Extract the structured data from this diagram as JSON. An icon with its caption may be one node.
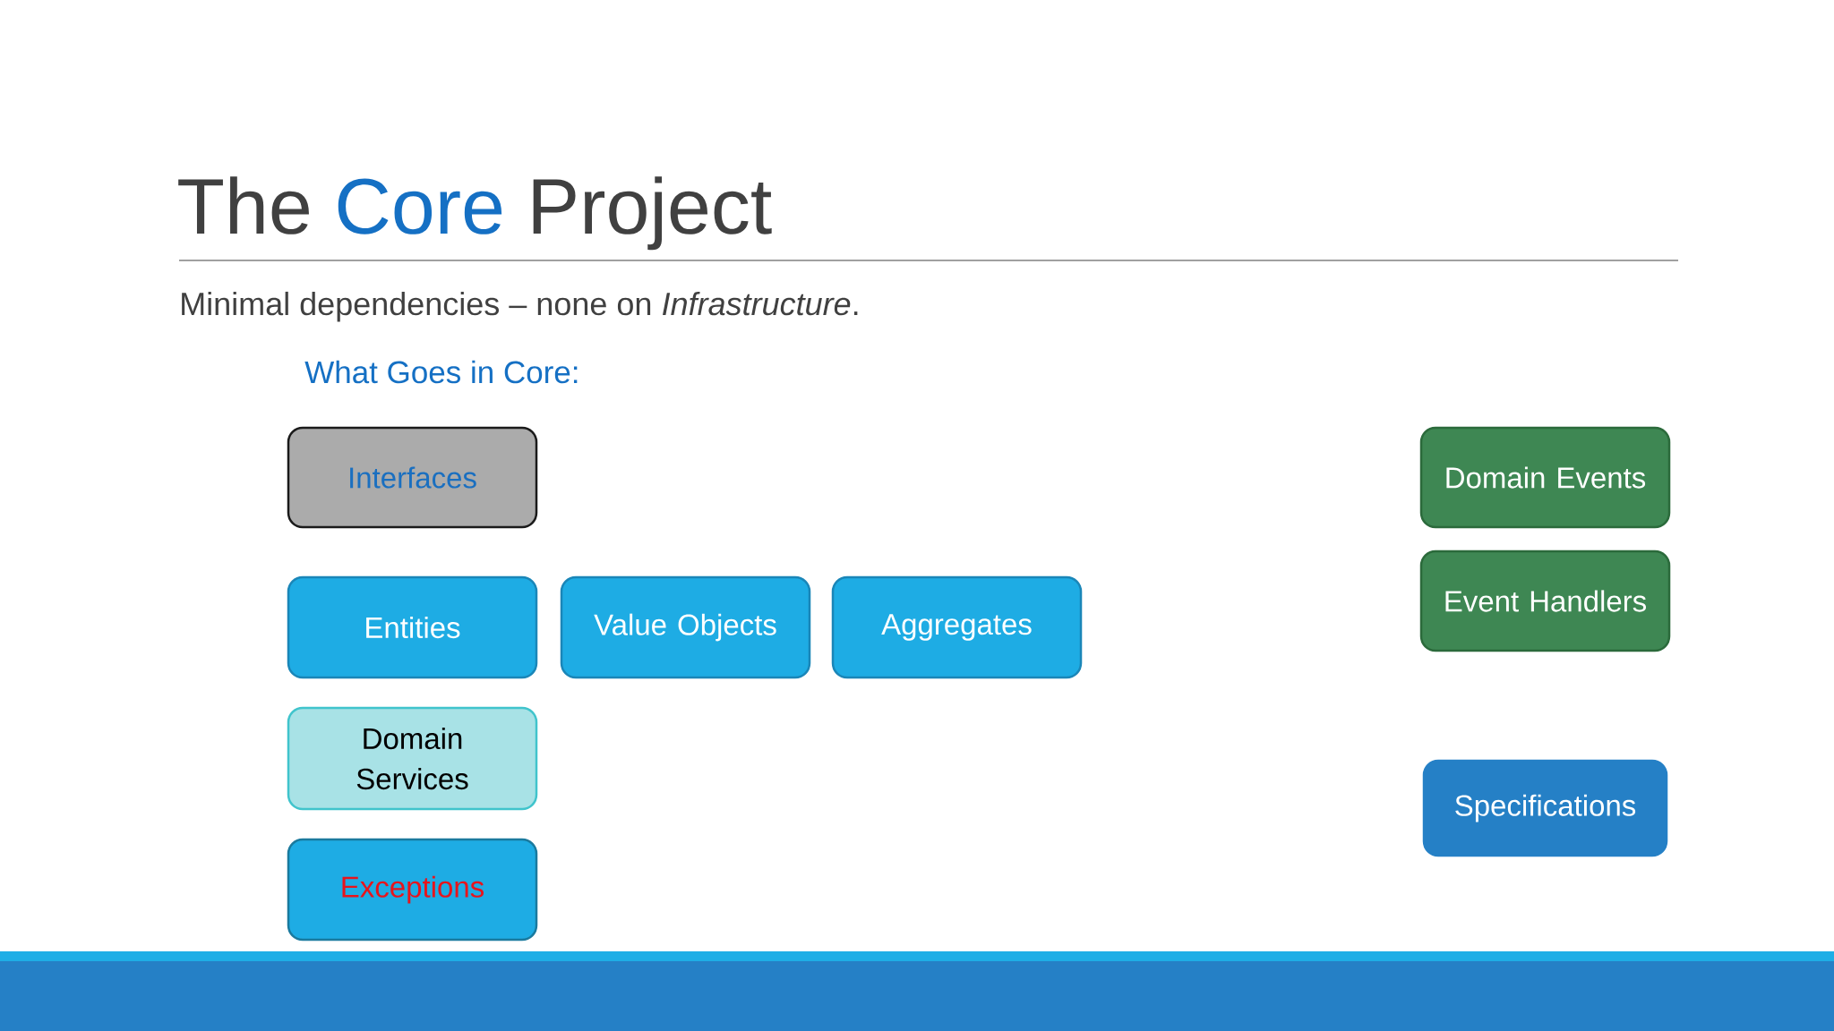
{
  "diagram": {
    "title": "The Core Project",
    "nodes": [
      {
        "text": [
          "Interfaces"
        ]
      },
      {
        "text": [
          "Domain Events"
        ]
      },
      {
        "text": [
          "Entities"
        ]
      },
      {
        "text": [
          "Value Objects"
        ]
      },
      {
        "text": [
          "Aggregates"
        ]
      },
      {
        "text": [
          "Event Handlers"
        ]
      },
      {
        "text": [
          "Domain Services"
        ]
      },
      {
        "text": [
          "Specifications"
        ]
      },
      {
        "text": [
          "Exceptions"
        ]
      }
    ],
    "labels": [
      "Minimal dependencies – none on *Infrastructure*.",
      "What Goes in Core:"
    ]
  }
}
